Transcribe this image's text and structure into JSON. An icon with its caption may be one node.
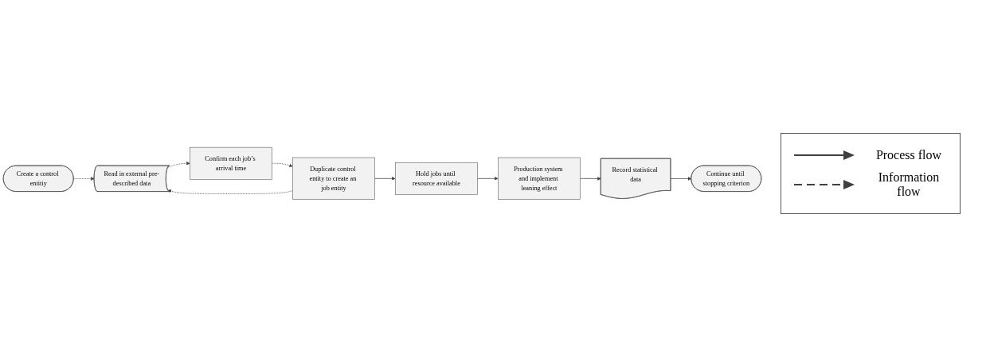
{
  "diagram": {
    "nodes": [
      {
        "text": [
          "Create a control entitiy"
        ]
      },
      {
        "text": [
          "Read in external pre-described data"
        ]
      },
      {
        "text": [
          "Confirm each job’s arrival time"
        ]
      },
      {
        "text": [
          "Duplicate control entity to create an job entity"
        ]
      },
      {
        "text": [
          "Hold jobs until resource available"
        ]
      },
      {
        "text": [
          "Production system and implement leaning effect"
        ]
      },
      {
        "text": [
          "Record statistical data"
        ]
      },
      {
        "text": [
          "Continue until stopping criterion"
        ]
      }
    ],
    "edges": [
      {
        "from": 0,
        "to": 1,
        "arrow": "to",
        "style": "dashed"
      },
      {
        "from": 1,
        "to": 2,
        "arrow": "to",
        "style": "dashed"
      },
      {
        "from": 2,
        "to": 3,
        "arrow": "to",
        "style": "dashed"
      },
      {
        "from": 3,
        "to": 1,
        "arrow": "to",
        "style": "dashed"
      },
      {
        "from": 3,
        "to": 4,
        "arrow": "to"
      },
      {
        "from": 4,
        "to": 5,
        "arrow": "to"
      },
      {
        "from": 5,
        "to": 6,
        "arrow": "to"
      },
      {
        "from": 6,
        "to": 7,
        "arrow": "to"
      }
    ],
    "legend": [
      {
        "text": "Process flow"
      },
      {
        "text": "Information flow"
      }
    ]
  }
}
